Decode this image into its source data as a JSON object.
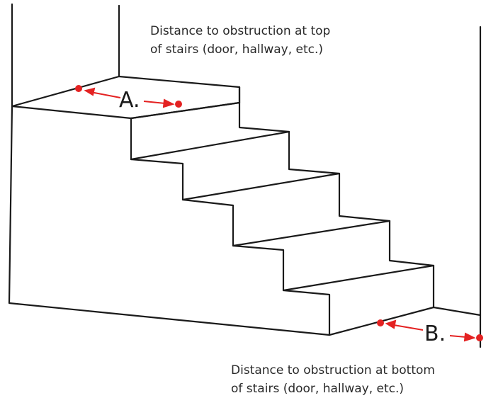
{
  "annotations": {
    "top_note": "Distance to obstruction at top\nof stairs (door, hallway, etc.)",
    "bottom_note": "Distance to obstruction at bottom\nof stairs (door, hallway, etc.)",
    "marker_a": "A.",
    "marker_b": "B."
  },
  "colors": {
    "line": "#1a1a1a",
    "accent": "#e42222"
  }
}
